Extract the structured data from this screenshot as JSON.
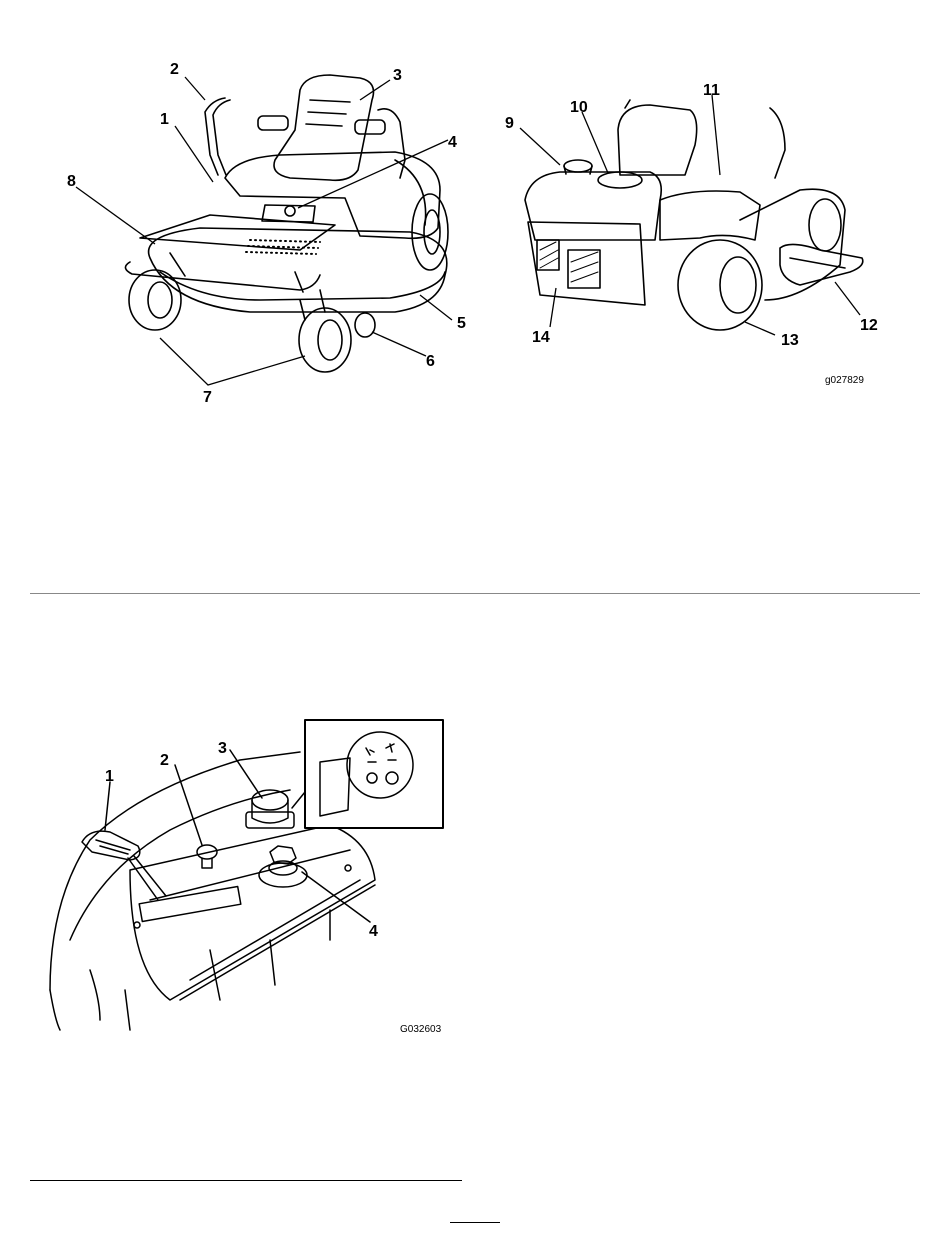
{
  "figure1": {
    "callouts": [
      "1",
      "2",
      "3",
      "4",
      "5",
      "6",
      "7",
      "8",
      "9",
      "10",
      "11",
      "12",
      "13",
      "14"
    ],
    "code": "g027829"
  },
  "figure2": {
    "callouts": [
      "1",
      "2",
      "3",
      "4"
    ],
    "code": "G032603"
  }
}
